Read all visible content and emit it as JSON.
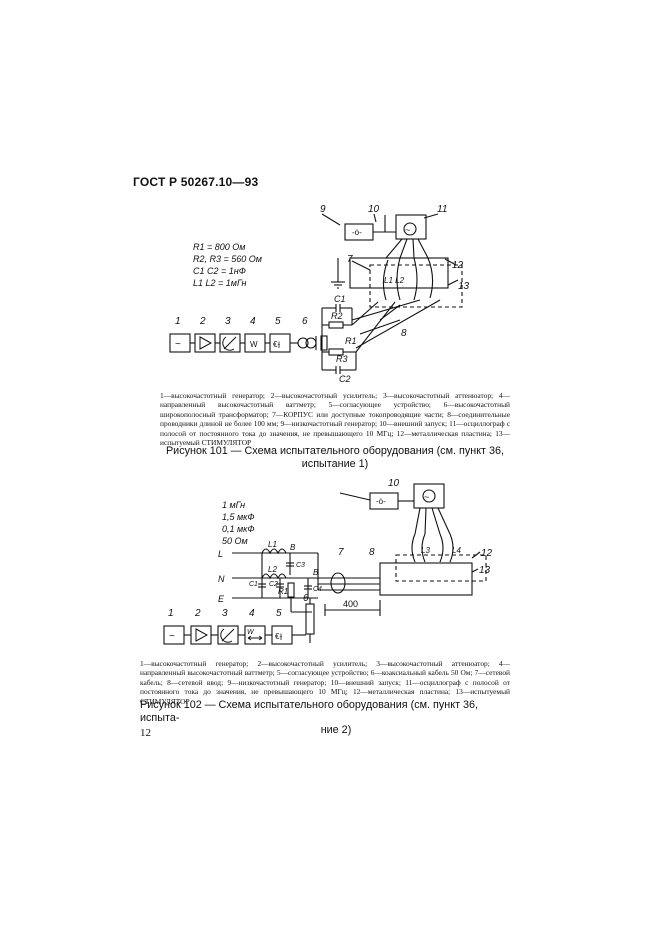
{
  "header": {
    "doc_code": "ГОСТ Р 50267.10—93"
  },
  "figure1": {
    "params": [
      "R1 = 800 Ом",
      "R2, R3 = 560 Ом",
      "C1 C2 = 1нФ",
      "L1 L2 = 1мГн"
    ],
    "block_numbers": [
      "1",
      "2",
      "3",
      "4",
      "5",
      "6",
      "7",
      "8",
      "9",
      "10",
      "11",
      "12",
      "13"
    ],
    "component_labels": {
      "c1": "C1",
      "c2": "C2",
      "r1": "R1",
      "r2": "R2",
      "r3": "R3",
      "l1l2": "L1 L2"
    },
    "caption": "1—высокочастотный генератор; 2—высокочастотный усилитель; 3—высокочастотный аттенюатор; 4—направленный высокочастотный ваттметр; 5—согласующее устройство; 6—высокочастотный широкополосный трансформатор; 7—КОРПУС или доступные токопроводящие части; 8—соединительные проводники длиной не более 100 мм; 9—низкочастотный генератор; 10—внешний запуск; 11—осциллограф с полосой от постоянного тока до значения, не превышающего 10 МГц; 12—металлическая пластина; 13—испытуемый СТИМУЛЯТОР",
    "title_line1": "Рисунок 101 — Схема испытательного оборудования (см. пункт 36,",
    "title_line2": "испытание 1)"
  },
  "figure2": {
    "params": [
      "1 мГн",
      "1,5 мкФ",
      "0,1 мкФ",
      "50 Ом"
    ],
    "block_numbers": [
      "1",
      "2",
      "3",
      "4",
      "5",
      "6",
      "7",
      "8",
      "10",
      "12",
      "13"
    ],
    "line_labels": [
      "L",
      "N",
      "E"
    ],
    "component_labels": {
      "l1": "L1",
      "l2": "L2",
      "c1": "C1",
      "c2": "C2",
      "c3": "C3",
      "c4": "C4",
      "r1": "R1",
      "b": "B",
      "l3": "L3",
      "l4": "L4",
      "w": "W"
    },
    "dimension": "400",
    "caption": "1—высокочастотный генератор; 2—высокочастотный усилитель; 3—высокочастотный аттенюатор; 4—направленный высокочастотный ваттметр; 5—согласующее устройство; 6—коаксиальный кабель 50 Ом; 7—сетевой кабель; 8—сетевой ввод; 9—низкочастотный генератор; 10—внешний запуск; 11—осциллограф с полосой от постоянного тока до значения, не превышающего 10 МГц; 12—металлическая пластина; 13—испытуемый СТИМУЛЯТОР",
    "title_line1": "Рисунок 102 — Схема испытательного оборудования (см. пункт 36, испыта-",
    "title_line2": "ние 2)"
  },
  "footer": {
    "page_number": "12"
  }
}
